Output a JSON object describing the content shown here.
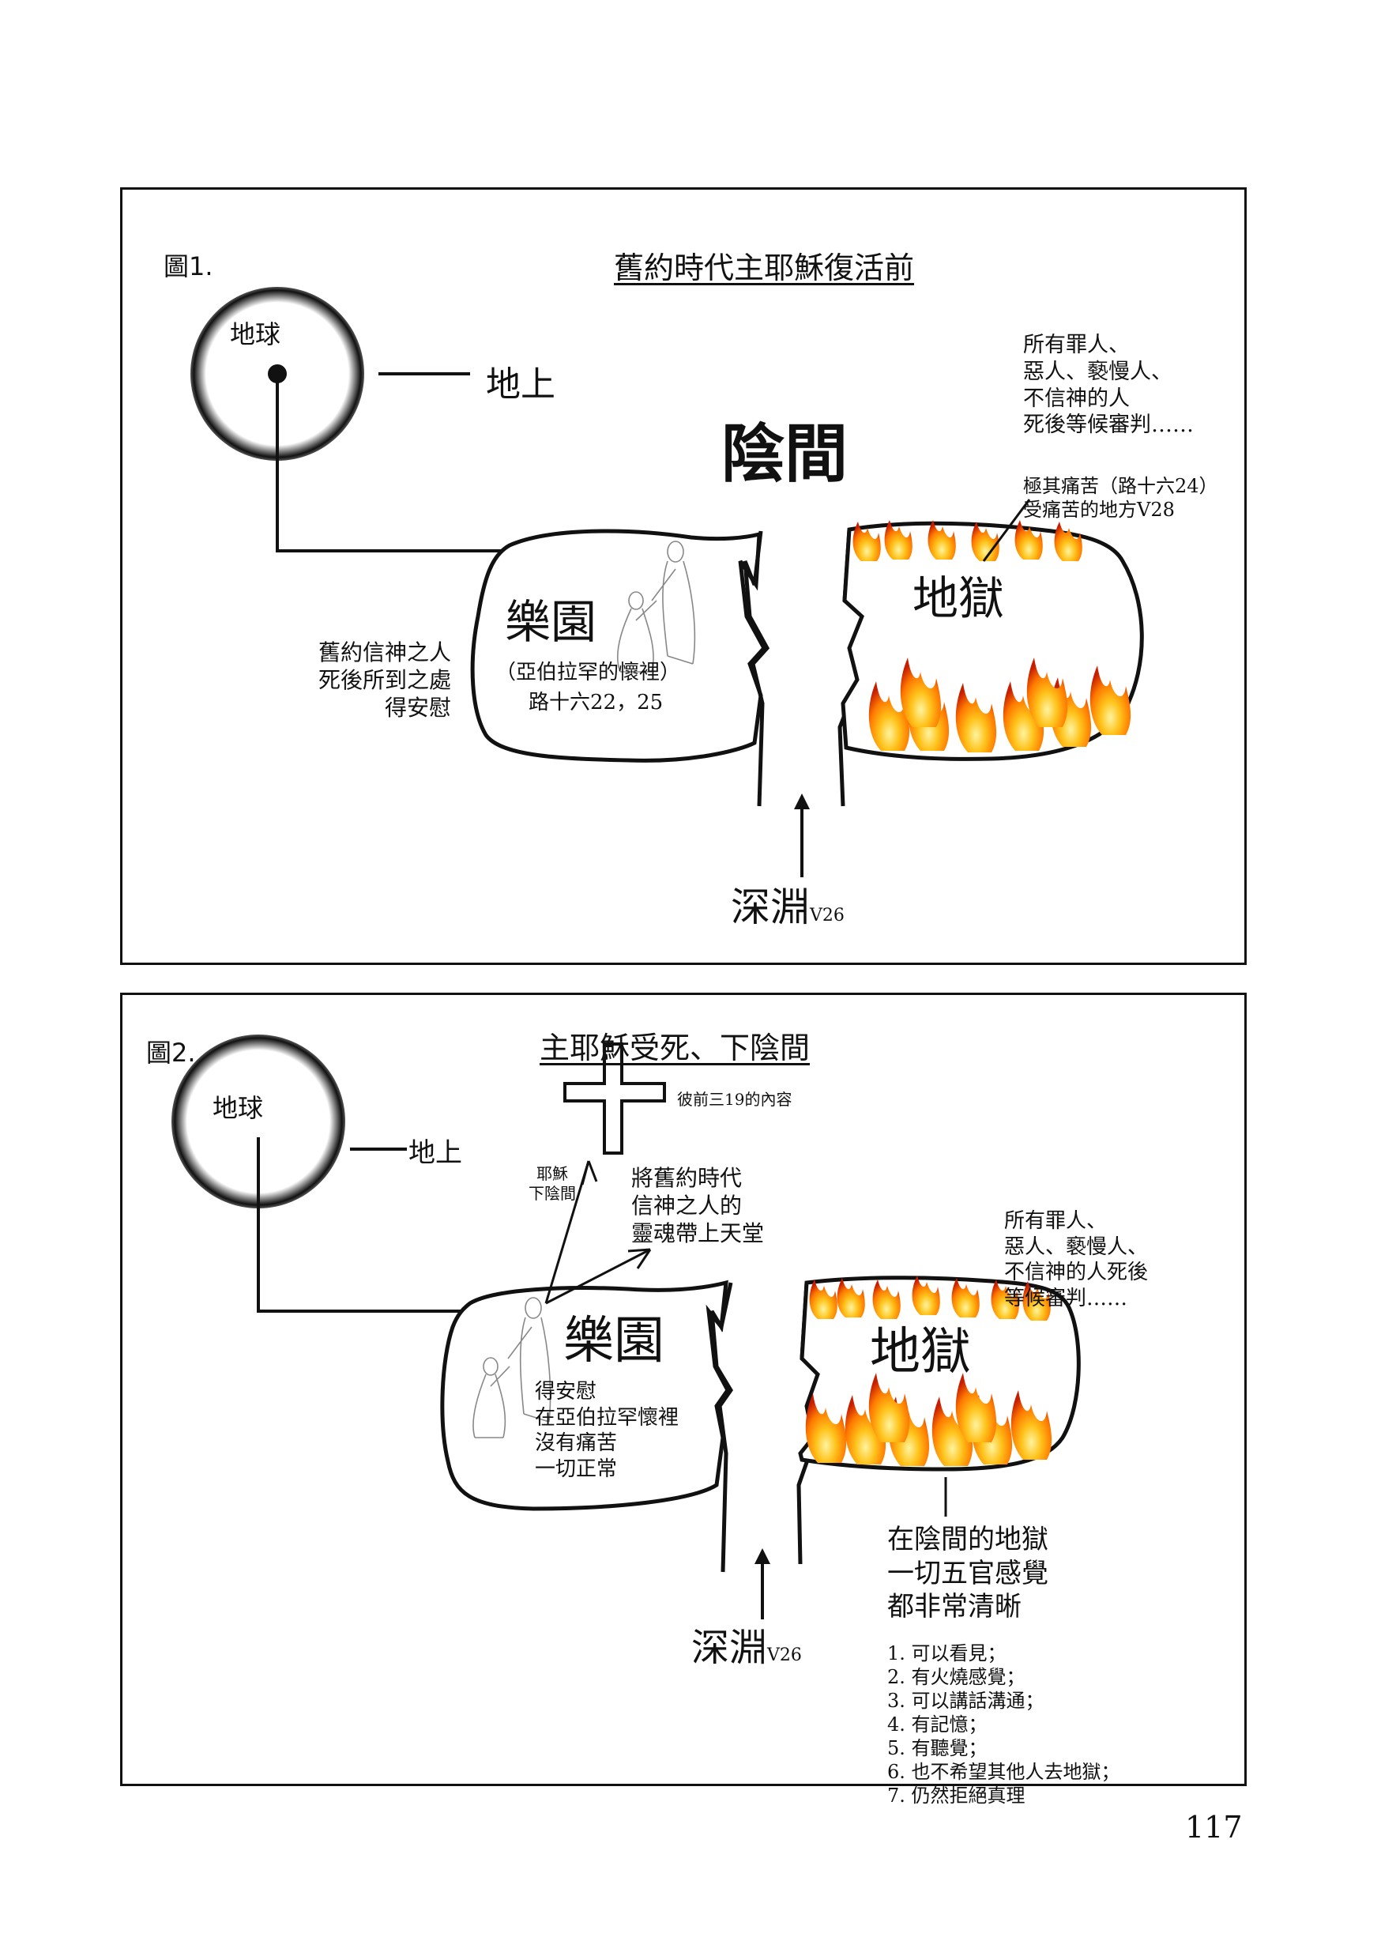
{
  "figure1": {
    "label": "圖1.",
    "title": "舊約時代主耶穌復活前",
    "earth_label": "地球",
    "ground_label": "地上",
    "sheol_label": "陰間",
    "sinners_note": [
      "所有罪人、",
      "惡人、褻慢人、",
      "不信神的人",
      "死後等候審判……"
    ],
    "torment_note": [
      "極其痛苦（路十六24）",
      "受痛苦的地方V28"
    ],
    "paradise_label": "樂園",
    "paradise_subtitle": "（亞伯拉罕的懷裡）",
    "paradise_reference": "路十六22，25",
    "believers_note": [
      "舊約信神之人",
      "死後所到之處",
      "得安慰"
    ],
    "hell_label": "地獄",
    "abyss_label": "深淵",
    "abyss_reference": "V26"
  },
  "figure2": {
    "label": "圖2.",
    "title": "主耶穌受死、下陰間",
    "earth_label": "地球",
    "ground_label": "地上",
    "cross_note": "彼前三19的內容",
    "jesus_descends": [
      "耶穌",
      "下陰間"
    ],
    "souls_note": [
      "將舊約時代",
      "信神之人的",
      "靈魂帶上天堂"
    ],
    "sinners_note": [
      "所有罪人、",
      "惡人、褻慢人、",
      "不信神的人死後",
      "等候審判……"
    ],
    "paradise_label": "樂園",
    "paradise_notes": [
      "得安慰",
      "在亞伯拉罕懷裡",
      "沒有痛苦",
      "一切正常"
    ],
    "hell_label": "地獄",
    "abyss_label": "深淵",
    "abyss_reference": "V26",
    "senses_heading": [
      "在陰間的地獄",
      "一切五官感覺",
      "都非常清晰"
    ],
    "senses_list": [
      "1. 可以看見；",
      "2. 有火燒感覺；",
      "3. 可以講話溝通；",
      "4. 有記憶；",
      "5. 有聽覺；",
      "6. 也不希望其他人去地獄；",
      "7. 仍然拒絕真理"
    ]
  },
  "page_number": "117",
  "colors": {
    "ink": "#111111",
    "flame_outer": "#d92a00",
    "flame_mid": "#ff8a00",
    "flame_core": "#ffe66a"
  }
}
